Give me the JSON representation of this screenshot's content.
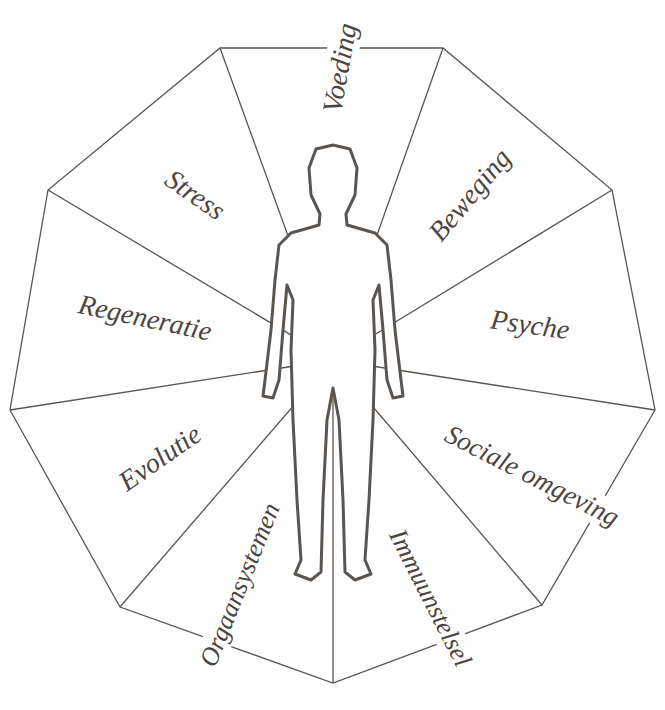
{
  "diagram": {
    "labels": [
      "Voeding",
      "Beweging",
      "Psyche",
      "Sociale omgeving",
      "Immuunstelsel",
      "Orgaansystemen",
      "Evolutie",
      "Regeneratie",
      "Stress"
    ]
  }
}
